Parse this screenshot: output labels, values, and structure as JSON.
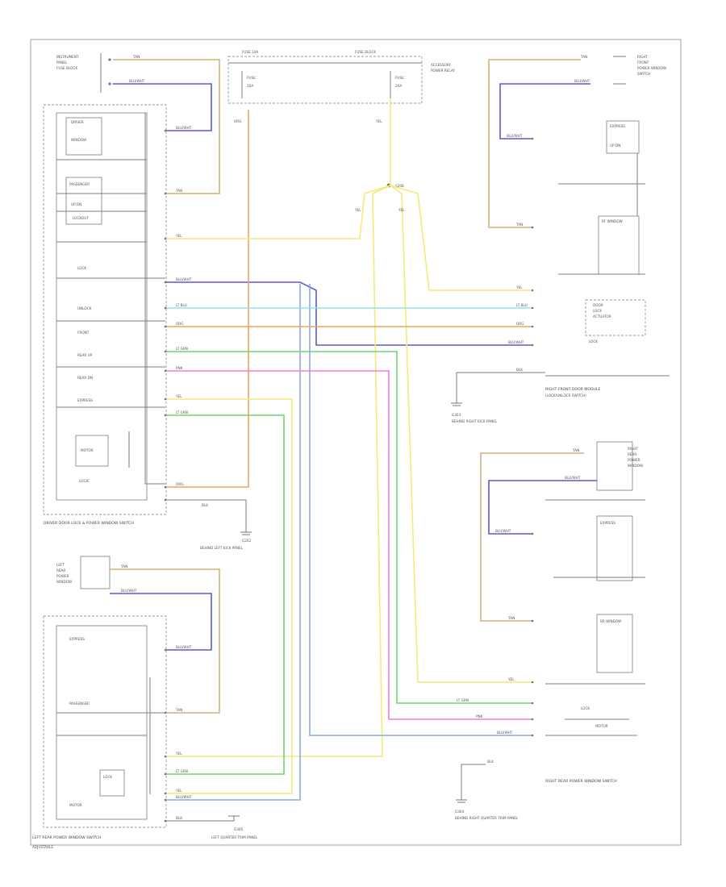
{
  "diagram": {
    "colors": {
      "tan": "#d2b27a",
      "blue": "#5a5ad2",
      "yellow": "#f2ea7a",
      "orange": "#f0a35a",
      "light_blue": "#8aa8e6",
      "cyan": "#8fe4ea",
      "green": "#6ad86a",
      "pink": "#ee7ee0",
      "gray": "#7d7d7d"
    },
    "labels": {
      "driver_switch": "DRIVER DOOR LOCK & POWER WINDOW SWITCH",
      "driver_ground": "G202",
      "driver_ground_note": "BEHIND LEFT KICK PANEL",
      "right_front_module": "RIGHT FRONT DOOR MODULE",
      "right_front_ground": "G303",
      "right_front_ground_note": "BEHIND RIGHT KICK PANEL",
      "right_rear_switch": "RIGHT REAR POWER WINDOW SWITCH",
      "right_rear_ground": "G304",
      "right_rear_ground_note": "BEHIND RIGHT QUARTER TRIM PANEL",
      "left_rear_switch": "LEFT REAR POWER WINDOW SWITCH",
      "left_rear_ground": "G305",
      "left_rear_ground_note": "LEFT QUARTER TRIM PANEL",
      "splice": "S208",
      "fuse_block": "FUSE BLOCK",
      "fuse": "FUSE 10A",
      "footer": "ADJUSTABLE"
    },
    "wire_colors": {
      "tan": "TAN",
      "blue": "BLU/WHT",
      "yellow": "YEL",
      "orange": "ORG",
      "cyan": "LT BLU",
      "green": "LT GRN",
      "pink": "PNK",
      "black": "BLK"
    }
  }
}
